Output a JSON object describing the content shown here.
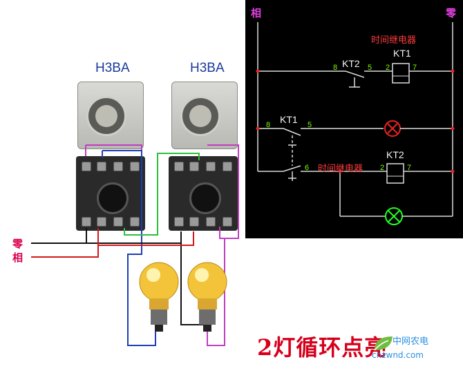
{
  "left": {
    "timer_models": [
      "H3BA",
      "H3BA"
    ],
    "neutral_label": "零",
    "phase_label": "相"
  },
  "schematic": {
    "phase_rail": "相",
    "neutral_rail": "零",
    "relay_title_1": "时间继电器",
    "relay_title_2": "时间继电器",
    "kt2_contact": "KT2",
    "kt2_pin_8": "8",
    "kt2_pin_5": "5",
    "kt1_coil": "KT1",
    "kt1_coil_pin_2": "2",
    "kt1_coil_pin_7": "7",
    "kt1_contact": "KT1",
    "kt1_pin_8": "8",
    "kt1_pin_5": "5",
    "kt1_pin_6": "6",
    "kt2_coil": "KT2",
    "kt2_coil_pin_2": "2",
    "kt2_coil_pin_7": "7"
  },
  "caption": "2灯循环点亮",
  "watermark_top": "中网农电",
  "watermark_bottom": "cnzwnd.com"
}
